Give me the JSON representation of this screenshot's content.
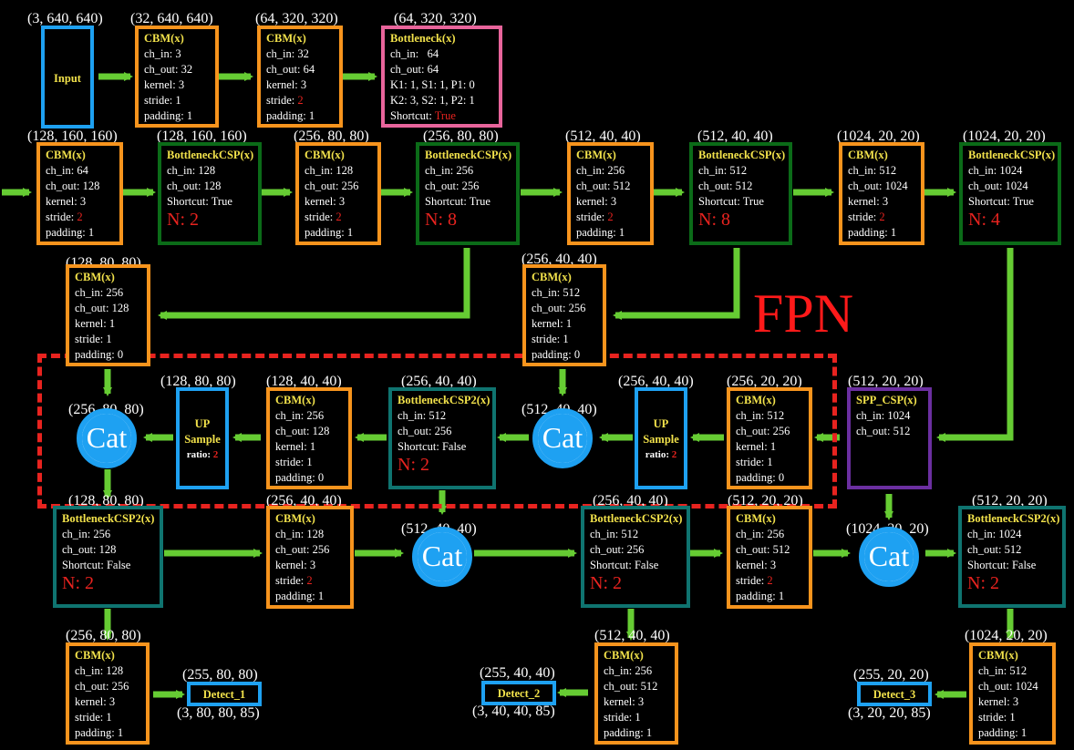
{
  "fpn_label": "FPN",
  "shapes": {
    "input": "(3, 640, 640)",
    "cbm1": "(32, 640, 640)",
    "cbm2": "(64, 320, 320)",
    "bottleneck": "(64, 320, 320)",
    "r2_cbm1": "(128, 160, 160)",
    "r2_csp1": "(128, 160, 160)",
    "r2_cbm2": "(256, 80, 80)",
    "r2_csp2": "(256, 80, 80)",
    "r2_cbm3": "(512, 40, 40)",
    "r2_csp3": "(512, 40, 40)",
    "r2_cbm4": "(1024, 20, 20)",
    "r2_csp4": "(1024, 20, 20)",
    "r3_cbm_left": "(128, 80, 80)",
    "r3_cbm_mid": "(256, 40, 40)",
    "cat1": "(256, 80, 80)",
    "up1": "(128, 80, 80)",
    "fpn_cbm1": "(128, 40, 40)",
    "fpn_csp2": "(256, 40, 40)",
    "cat2": "(512, 40, 40)",
    "up2": "(256, 40, 40)",
    "fpn_cbm2": "(256, 20, 20)",
    "spp": "(512, 20, 20)",
    "p_csp2_1": "(128, 80, 80)",
    "p_cbm1": "(256, 40, 40)",
    "cat3": "(512, 40, 40)",
    "p_csp2_2": "(256, 40, 40)",
    "p_cbm2": "(512, 20, 20)",
    "cat4": "(1024, 20, 20)",
    "p_csp2_3": "(512, 20, 20)",
    "d_cbm1": "(256, 80, 80)",
    "detect1_top": "(255, 80, 80)",
    "detect1_bottom": "(3, 80, 80, 85)",
    "d_cbm2": "(512, 40, 40)",
    "detect2_top": "(255, 40, 40)",
    "detect2_bottom": "(3, 40, 40, 85)",
    "d_cbm3": "(1024, 20, 20)",
    "detect3_top": "(255, 20, 20)",
    "detect3_bottom": "(3, 20, 20, 85)"
  },
  "blocks": {
    "input": {
      "label": "Input"
    },
    "cbm1": {
      "title": "CBM(x)",
      "lines": [
        "ch_in: 3",
        "ch_out: 32",
        "kernel: 3"
      ],
      "stride_k": "stride: ",
      "stride_v": "1",
      "padding": "padding: 1"
    },
    "cbm2": {
      "title": "CBM(x)",
      "lines": [
        "ch_in: 32",
        "ch_out: 64",
        "kernel: 3"
      ],
      "stride_k": "stride: ",
      "stride_v": "2",
      "padding": "padding: 1"
    },
    "bottleneck": {
      "title": "Bottleneck(x)",
      "lines": [
        "ch_in:   64",
        "ch_out: 64",
        "K1: 1, S1: 1, P1: 0",
        "K2: 3, S2: 1, P2: 1"
      ],
      "shortcut_k": "Shortcut: ",
      "shortcut_v": "True"
    },
    "r2_cbm1": {
      "title": "CBM(x)",
      "lines": [
        "ch_in: 64",
        "ch_out: 128",
        "kernel: 3"
      ],
      "stride_k": "stride: ",
      "stride_v": "2",
      "padding": "padding: 1"
    },
    "r2_csp1": {
      "title": "BottleneckCSP(x)",
      "lines": [
        "ch_in: 128",
        "ch_out: 128",
        "Shortcut: True"
      ],
      "n": "N: 2"
    },
    "r2_cbm2": {
      "title": "CBM(x)",
      "lines": [
        "ch_in: 128",
        "ch_out: 256",
        "kernel: 3"
      ],
      "stride_k": "stride: ",
      "stride_v": "2",
      "padding": "padding: 1"
    },
    "r2_csp2": {
      "title": "BottleneckCSP(x)",
      "lines": [
        "ch_in: 256",
        "ch_out: 256",
        "Shortcut: True"
      ],
      "n": "N: 8"
    },
    "r2_cbm3": {
      "title": "CBM(x)",
      "lines": [
        "ch_in: 256",
        "ch_out: 512",
        "kernel: 3"
      ],
      "stride_k": "stride: ",
      "stride_v": "2",
      "padding": "padding: 1"
    },
    "r2_csp3": {
      "title": "BottleneckCSP(x)",
      "lines": [
        "ch_in: 512",
        "ch_out: 512",
        "Shortcut: True"
      ],
      "n": "N: 8"
    },
    "r2_cbm4": {
      "title": "CBM(x)",
      "lines": [
        "ch_in: 512",
        "ch_out: 1024",
        "kernel: 3"
      ],
      "stride_k": "stride: ",
      "stride_v": "2",
      "padding": "padding: 1"
    },
    "r2_csp4": {
      "title": "BottleneckCSP(x)",
      "lines": [
        "ch_in: 1024",
        "ch_out: 1024",
        "Shortcut: True"
      ],
      "n": "N: 4"
    },
    "r3_cbm_left": {
      "title": "CBM(x)",
      "lines": [
        "ch_in: 256",
        "ch_out: 128",
        "kernel: 1",
        "stride: 1",
        "padding: 0"
      ]
    },
    "r3_cbm_mid": {
      "title": "CBM(x)",
      "lines": [
        "ch_in: 512",
        "ch_out: 256",
        "kernel: 1",
        "stride: 1",
        "padding: 0"
      ]
    },
    "up1": {
      "line1": "UP",
      "line2": "Sample",
      "ratio_k": "ratio: ",
      "ratio_v": "2"
    },
    "fpn_cbm1": {
      "title": "CBM(x)",
      "lines": [
        "ch_in: 256",
        "ch_out: 128",
        "kernel: 1",
        "stride: 1",
        "padding: 0"
      ]
    },
    "fpn_csp2": {
      "title": "BottleneckCSP2(x)",
      "lines": [
        "ch_in: 512",
        "ch_out: 256",
        "Shortcut: False"
      ],
      "n": "N: 2"
    },
    "up2": {
      "line1": "UP",
      "line2": "Sample",
      "ratio_k": "ratio: ",
      "ratio_v": "2"
    },
    "fpn_cbm2": {
      "title": "CBM(x)",
      "lines": [
        "ch_in: 512",
        "ch_out: 256",
        "kernel: 1",
        "stride: 1",
        "padding: 0"
      ]
    },
    "spp": {
      "title": "SPP_CSP(x)",
      "lines": [
        "ch_in: 1024",
        "ch_out: 512"
      ]
    },
    "p_csp2_1": {
      "title": "BottleneckCSP2(x)",
      "lines": [
        "ch_in: 256",
        "ch_out: 128",
        "Shortcut: False"
      ],
      "n": "N: 2"
    },
    "p_cbm1": {
      "title": "CBM(x)",
      "lines": [
        "ch_in: 128",
        "ch_out: 256",
        "kernel: 3"
      ],
      "stride_k": "stride: ",
      "stride_v": "2",
      "padding": "padding: 1"
    },
    "p_csp2_2": {
      "title": "BottleneckCSP2(x)",
      "lines": [
        "ch_in: 512",
        "ch_out: 256",
        "Shortcut: False"
      ],
      "n": "N: 2"
    },
    "p_cbm2": {
      "title": "CBM(x)",
      "lines": [
        "ch_in: 256",
        "ch_out: 512",
        "kernel: 3"
      ],
      "stride_k": "stride: ",
      "stride_v": "2",
      "padding": "padding: 1"
    },
    "p_csp2_3": {
      "title": "BottleneckCSP2(x)",
      "lines": [
        "ch_in: 1024",
        "ch_out: 512",
        "Shortcut: False"
      ],
      "n": "N: 2"
    },
    "d_cbm1": {
      "title": "CBM(x)",
      "lines": [
        "ch_in: 128",
        "ch_out: 256",
        "kernel: 3",
        "stride: 1",
        "padding: 1"
      ]
    },
    "d_cbm2": {
      "title": "CBM(x)",
      "lines": [
        "ch_in: 256",
        "ch_out: 512",
        "kernel: 3",
        "stride: 1",
        "padding: 1"
      ]
    },
    "d_cbm3": {
      "title": "CBM(x)",
      "lines": [
        "ch_in: 512",
        "ch_out: 1024",
        "kernel: 3",
        "stride: 1",
        "padding: 1"
      ]
    },
    "detect1": {
      "label": "Detect_1"
    },
    "detect2": {
      "label": "Detect_2"
    },
    "detect3": {
      "label": "Detect_3"
    }
  },
  "cat_label": "Cat",
  "colors": {
    "arrow": "#66cc33",
    "cbm": "#f7941d",
    "csp": "#0b6b18",
    "csp2": "#0f7470",
    "bottleneck": "#e8649b",
    "spp": "#6b2fa0",
    "io": "#1ea1f2",
    "title": "#f2e24b",
    "fpn": "#e8231f"
  }
}
